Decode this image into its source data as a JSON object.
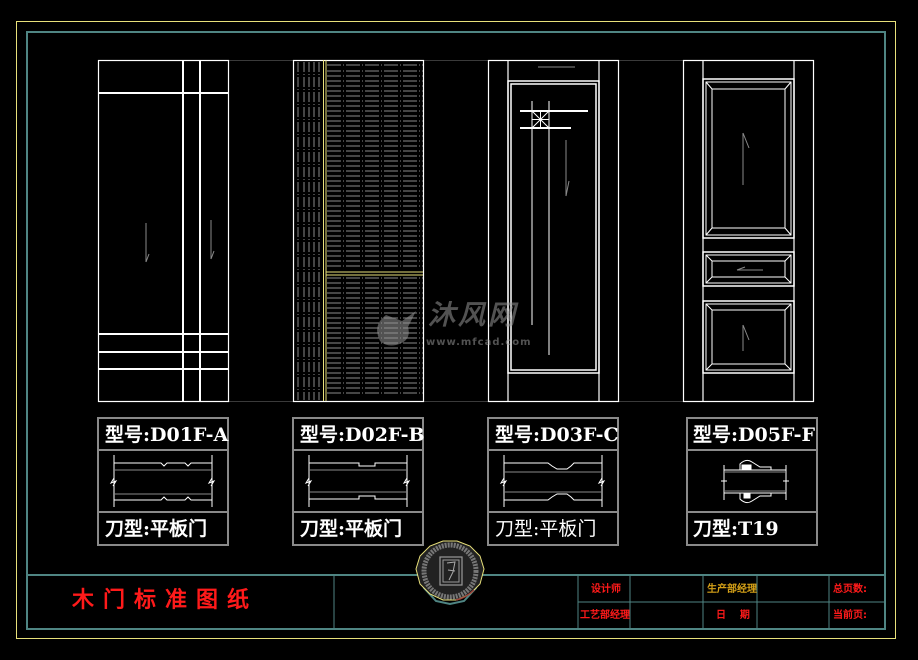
{
  "drawing": {
    "title": "木门标准图纸",
    "colors": {
      "background": "#000000",
      "outer_frame": "#e8e07a",
      "inner_frame": "#4f8583",
      "lines": "#ffffff",
      "hatch": "#8a8a8a",
      "title_text": "#ff1a1a",
      "mgr_text": "#d4a017",
      "label_box": "#8a8a8a"
    }
  },
  "doors": [
    {
      "model_label": "型号:D01F-A",
      "blade_label": "刀型:平板门",
      "style": "flat panel with horizontal/vertical grooves"
    },
    {
      "model_label": "型号:D02F-B",
      "blade_label": "刀型:平板门",
      "style": "hatched wood grain panel"
    },
    {
      "model_label": "型号:D03F-C",
      "blade_label": "刀型:平板门",
      "style": "framed panel with glass lattice"
    },
    {
      "model_label": "型号:D05F-F",
      "blade_label": "刀型:T19",
      "style": "three raised panels"
    }
  ],
  "title_block": {
    "designer": "设计师",
    "process_manager": "工艺部经理",
    "production_manager": "生产部经理",
    "date": "日    期",
    "total_pages": "总页数:",
    "current_page": "当前页:"
  },
  "watermark": {
    "text": "沐风网",
    "url": "www.mfcad.com"
  }
}
